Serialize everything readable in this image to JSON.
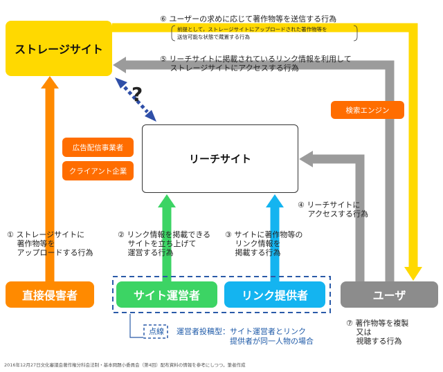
{
  "nodes": {
    "storage_site": "ストレージサイト",
    "reach_site": "リーチサイト",
    "direct_infringer": "直接侵害者",
    "site_operator": "サイト運営者",
    "link_provider": "リンク提供者",
    "user": "ユーザ"
  },
  "tags": {
    "ad_distributor": "広告配信事業者",
    "client_company": "クライアント企業",
    "search_engine": "検索エンジン"
  },
  "question_mark": "?",
  "labels": {
    "step1": "① ストレージサイトに\n　 著作物等を\n　 アップロードする行為",
    "step2": "② リンク情報を掲載できる\n　 サイトを立ち上げて\n　 運営する行為",
    "step3": "③ サイトに著作物等の\n　 リンク情報を\n　 掲載する行為",
    "step4": "④ リーチサイトに\n　 アクセスする行為",
    "step5": "⑤ リーチサイトに掲載されているリンク情報を利用して\n　 ストレージサイトにアクセスする行為",
    "step6": "⑥ ユーザーの求めに応じて著作物等を送信する行為",
    "step6_note": "前提として，ストレージサイトにアップロードされた著作物等を\n送信可能な状態で蔵置する行為",
    "step7": "⑦ 著作物等を複製\n　 又は\n　 視聴する行為"
  },
  "legend": {
    "dashed_label": "点線",
    "note": "運営者投稿型：サイト運営者とリンク\n　　　　　　　提供者が同一人物の場合"
  },
  "footer": "2016年12月27日文化審議会著作権分科会法制・基本問題小委員会（第4回）配布資料の情報を参考にしつつ，筆者作成",
  "colors": {
    "orange": "#ff8a00",
    "green": "#3cd464",
    "blue": "#14b4f0",
    "gray": "#9b9b9b",
    "yellow": "#ffd900",
    "dashed_blue": "#2a5aa8"
  }
}
